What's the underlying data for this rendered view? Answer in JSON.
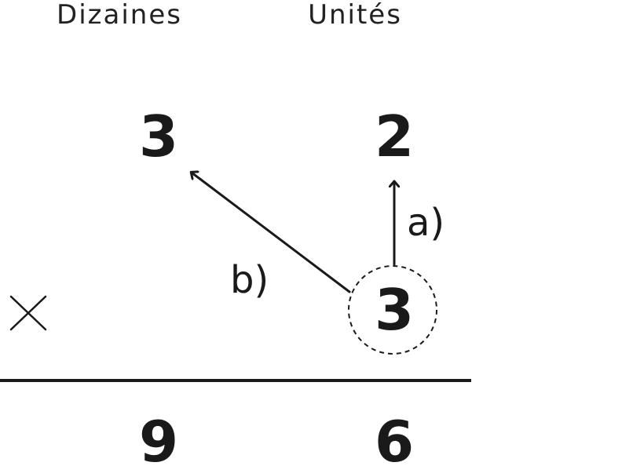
{
  "headers": {
    "tens": "Dizaines",
    "units": "Unités"
  },
  "multiplicand": {
    "tens": "3",
    "units": "2"
  },
  "multiplier": {
    "operator": "×",
    "units": "3"
  },
  "result": {
    "tens": "9",
    "units": "6"
  },
  "steps": {
    "a": "a)",
    "b": "b)"
  },
  "colors": {
    "ink": "#1a1a1a",
    "background": "#ffffff"
  }
}
